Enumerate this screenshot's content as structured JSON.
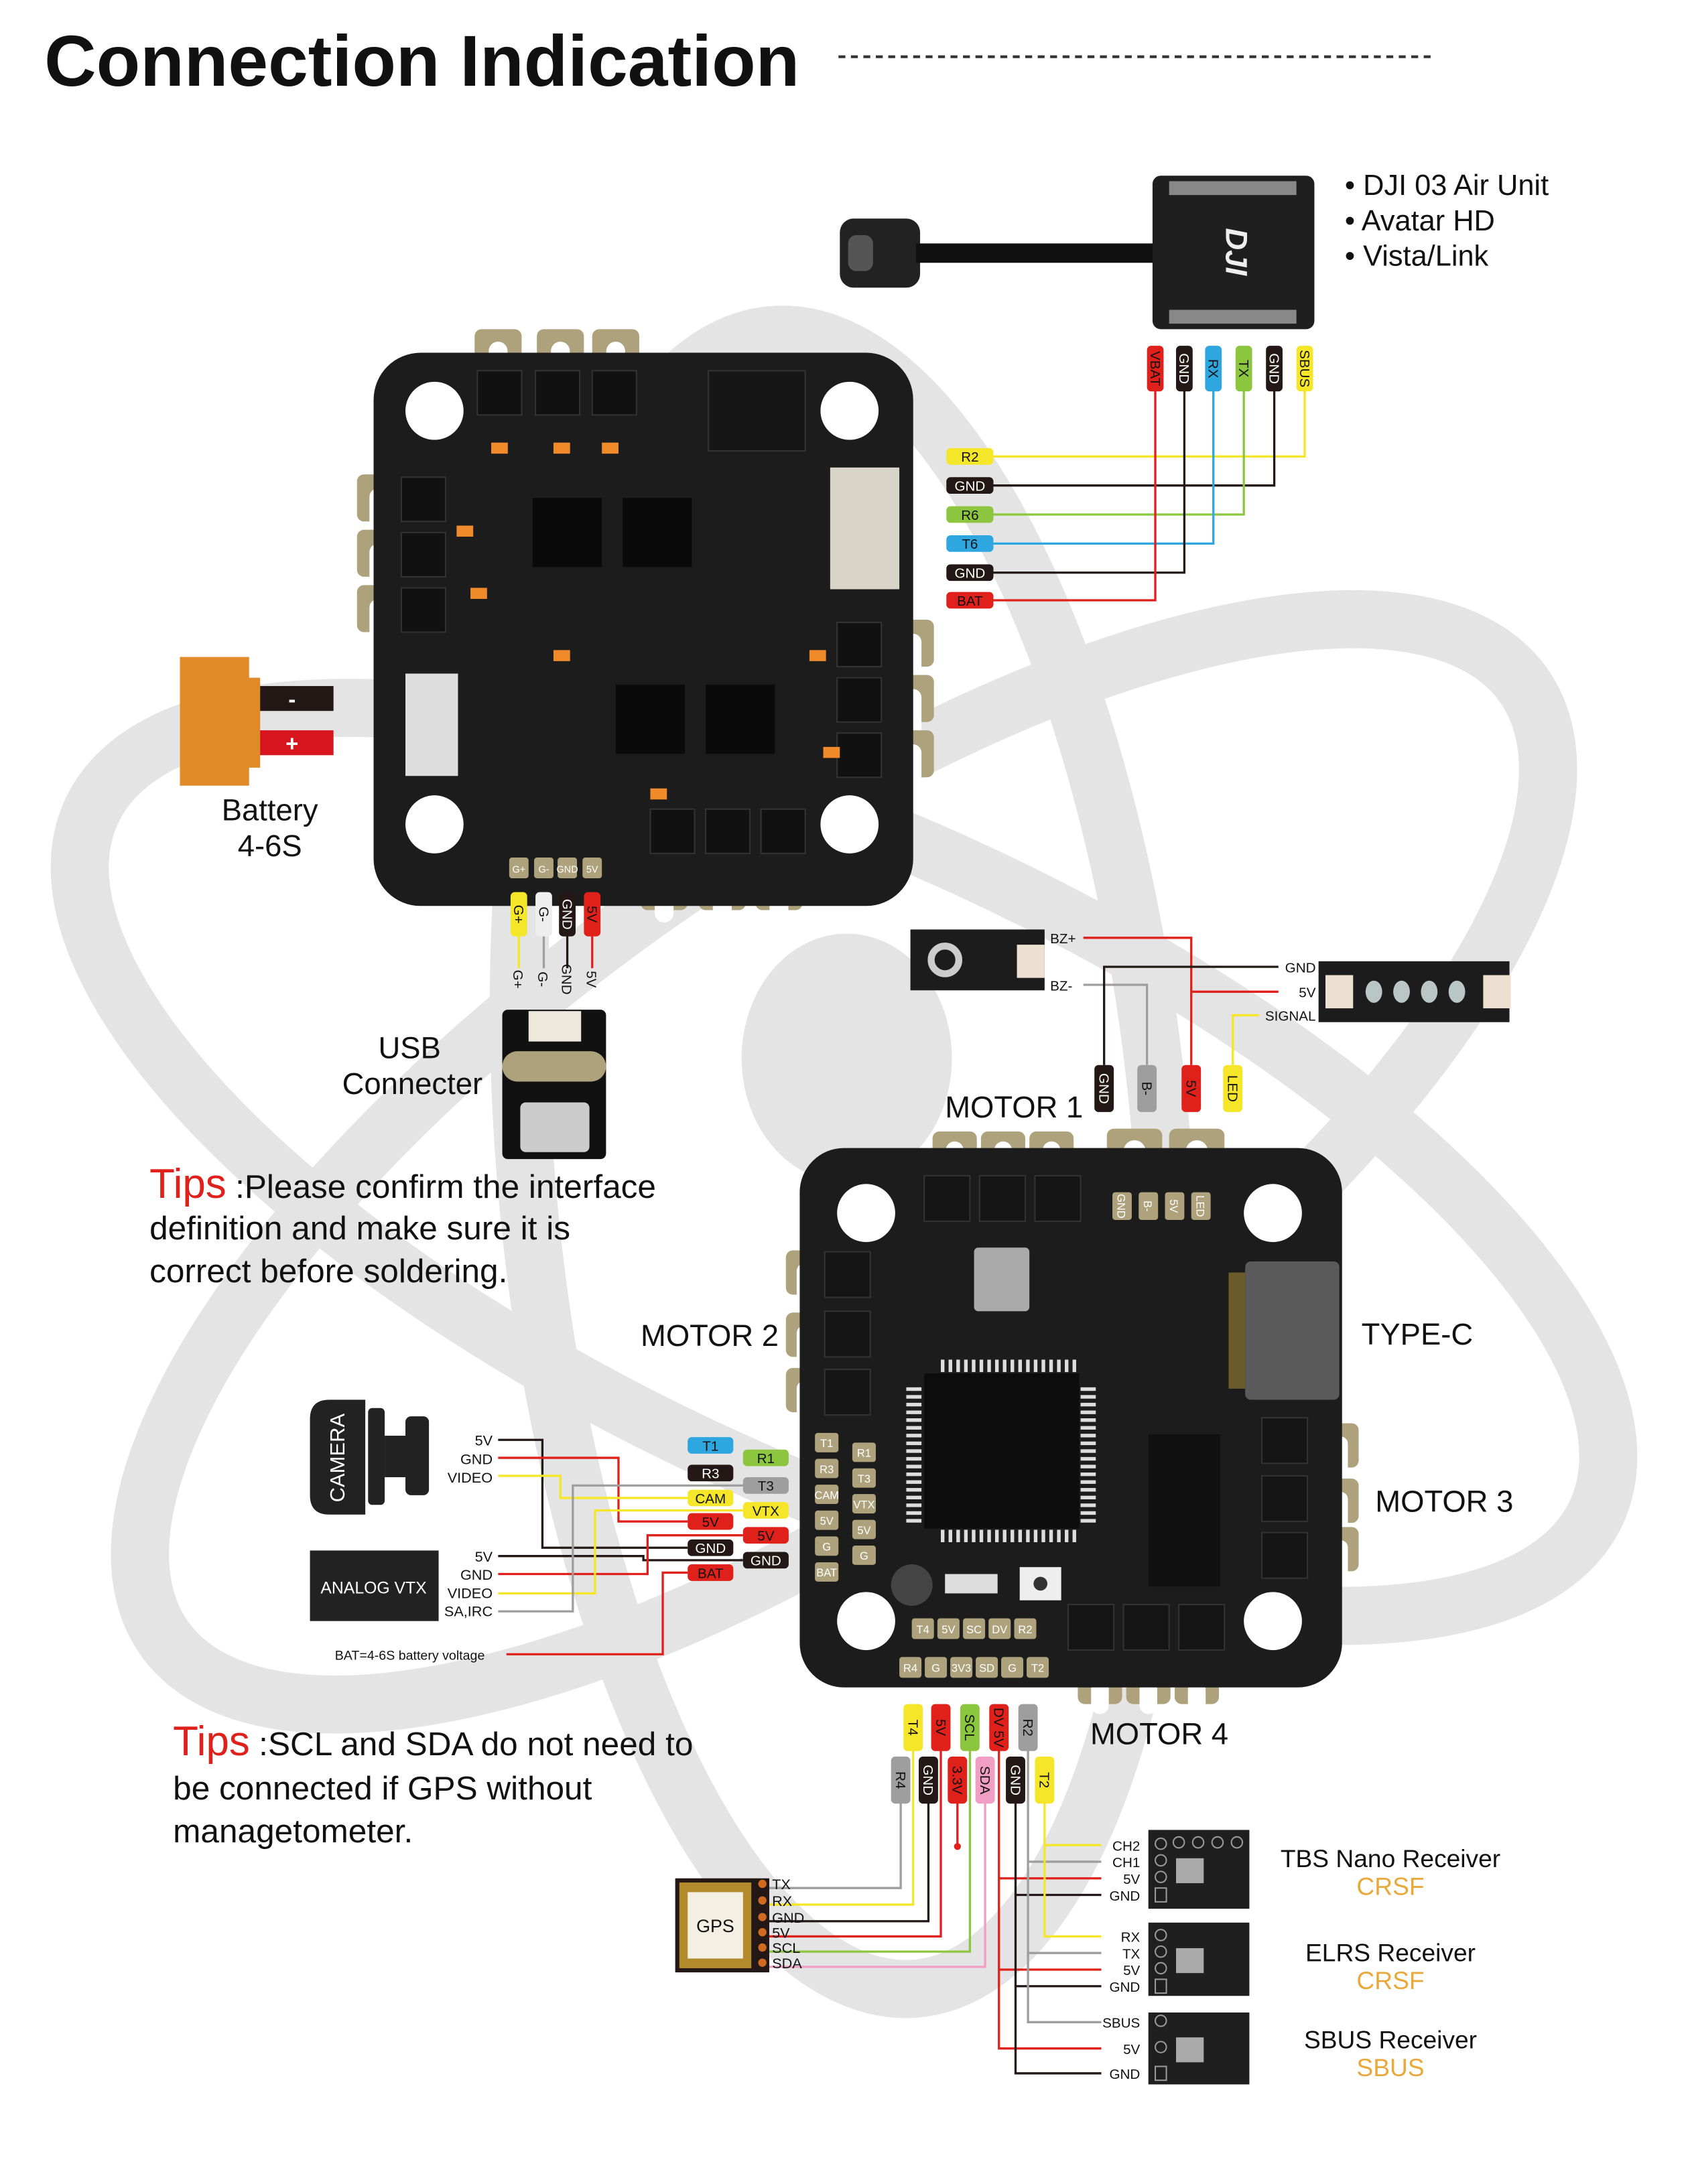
{
  "title": "Connection Indication",
  "colors": {
    "yellow": "#f5e62a",
    "red": "#e0201b",
    "black": "#231815",
    "blue": "#2ea7e0",
    "green": "#8cc63f",
    "gray": "#9e9e9e",
    "pink": "#f09ec4",
    "white": "#eeeeee",
    "tips": "#e0201b",
    "protocol": "#e8a83a",
    "pad": "#aea27c",
    "board": "#1c1c1c"
  },
  "dji": {
    "logo": "DJI",
    "bullets": [
      "DJI 03 Air Unit",
      "Avatar HD",
      "Vista/Link"
    ],
    "pins": [
      {
        "label": "VBAT",
        "color": "red"
      },
      {
        "label": "GND",
        "color": "black"
      },
      {
        "label": "RX",
        "color": "blue"
      },
      {
        "label": "TX",
        "color": "green"
      },
      {
        "label": "GND",
        "color": "black"
      },
      {
        "label": "SBUS",
        "color": "yellow"
      }
    ]
  },
  "esc": {
    "uart_tags": [
      {
        "label": "R2",
        "color": "yellow"
      },
      {
        "label": "GND",
        "color": "black"
      },
      {
        "label": "R6",
        "color": "green"
      },
      {
        "label": "T6",
        "color": "blue"
      },
      {
        "label": "GND",
        "color": "black"
      },
      {
        "label": "BAT",
        "color": "red"
      }
    ],
    "pads": [
      "G+",
      "G-",
      "GND",
      "5V"
    ],
    "pins": [
      {
        "label": "G+",
        "color": "yellow"
      },
      {
        "label": "G-",
        "color": "white"
      },
      {
        "label": "GND",
        "color": "black"
      },
      {
        "label": "5V",
        "color": "red"
      }
    ],
    "pin_labels": [
      "G+",
      "G-",
      "GND",
      "5V"
    ]
  },
  "battery": {
    "label": "Battery",
    "spec": "4-6S",
    "minus": "-",
    "plus": "+"
  },
  "usb": {
    "line1": "USB",
    "line2": "Connecter"
  },
  "tips1": {
    "prefix": "Tips",
    "lines": [
      ":Please confirm the interface",
      "definition and make sure it is",
      "correct before soldering."
    ]
  },
  "buzzer": {
    "plus": "BZ+",
    "minus": "BZ-"
  },
  "led_strip": {
    "pins": [
      "GND",
      "5V",
      "SIGNAL"
    ]
  },
  "fc": {
    "top_tags": [
      {
        "label": "GND",
        "color": "black"
      },
      {
        "label": "B-",
        "color": "gray"
      },
      {
        "label": "5V",
        "color": "red"
      },
      {
        "label": "LED",
        "color": "yellow"
      }
    ],
    "top_pads": [
      "GND",
      "B-",
      "5V",
      "LED"
    ],
    "left_pads": [
      "T1",
      "R3",
      "CAM",
      "5V",
      "G",
      "BAT"
    ],
    "right_pads": [
      "R1",
      "T3",
      "VTX",
      "5V",
      "G"
    ],
    "bottom_row1": [
      "T4",
      "5V",
      "SC",
      "DV",
      "R2"
    ],
    "bottom_row2": [
      "R4",
      "G",
      "3V3",
      "SD",
      "G",
      "T2"
    ]
  },
  "motors": {
    "motor1": "MOTOR 1",
    "motor2": "MOTOR 2",
    "motor3": "MOTOR 3",
    "motor4": "MOTOR 4",
    "typec": "TYPE-C"
  },
  "camera": {
    "label": "CAMERA",
    "pins": [
      "5V",
      "GND",
      "VIDEO"
    ]
  },
  "vtx": {
    "label": "ANALOG VTX",
    "pins": [
      "5V",
      "GND",
      "VIDEO",
      "SA,IRC"
    ]
  },
  "mid_tags_left": [
    {
      "label": "T1",
      "color": "blue"
    },
    {
      "label": "R3",
      "color": "black"
    },
    {
      "label": "CAM",
      "color": "yellow"
    },
    {
      "label": "5V",
      "color": "red"
    },
    {
      "label": "GND",
      "color": "black"
    },
    {
      "label": "BAT",
      "color": "red"
    }
  ],
  "mid_tags_right": [
    {
      "label": "R1",
      "color": "green"
    },
    {
      "label": "T3",
      "color": "gray"
    },
    {
      "label": "VTX",
      "color": "yellow"
    },
    {
      "label": "5V",
      "color": "red"
    },
    {
      "label": "GND",
      "color": "black"
    }
  ],
  "bat_note": "BAT=4-6S battery voltage",
  "tips2": {
    "prefix": "Tips",
    "lines": [
      ":SCL and SDA do not need to",
      "be connected if GPS without",
      "managetometer."
    ]
  },
  "bottom_tags_row1": [
    {
      "label": "T4",
      "color": "yellow"
    },
    {
      "label": "5V",
      "color": "red"
    },
    {
      "label": "SCL",
      "color": "green"
    },
    {
      "label": "DV 5V",
      "color": "red"
    },
    {
      "label": "R2",
      "color": "gray"
    }
  ],
  "bottom_tags_row2": [
    {
      "label": "R4",
      "color": "gray"
    },
    {
      "label": "GND",
      "color": "black"
    },
    {
      "label": "3.3V",
      "color": "red"
    },
    {
      "label": "SDA",
      "color": "pink"
    },
    {
      "label": "GND",
      "color": "black"
    },
    {
      "label": "T2",
      "color": "yellow"
    }
  ],
  "gps": {
    "label": "GPS",
    "pins": [
      "TX",
      "RX",
      "GND",
      "5V",
      "SCL",
      "SDA"
    ]
  },
  "receivers": [
    {
      "name": "TBS Nano Receiver",
      "protocol": "CRSF",
      "pins": [
        "CH2",
        "CH1",
        "5V",
        "GND"
      ]
    },
    {
      "name": "ELRS Receiver",
      "protocol": "CRSF",
      "pins": [
        "RX",
        "TX",
        "5V",
        "GND"
      ]
    },
    {
      "name": "SBUS Receiver",
      "protocol": "SBUS",
      "pins": [
        "SBUS",
        "5V",
        "GND"
      ]
    }
  ]
}
